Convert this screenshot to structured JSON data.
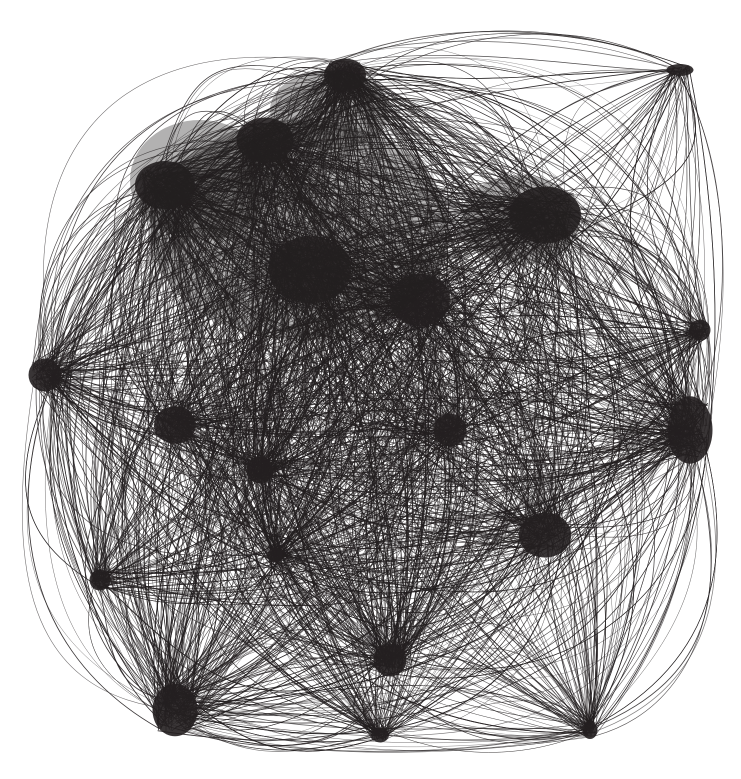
{
  "figure": {
    "type": "edge-bundled network graph",
    "background": "#ffffff",
    "ink_color": "#231f20",
    "hub_count": 20,
    "edge_density": "very high"
  }
}
